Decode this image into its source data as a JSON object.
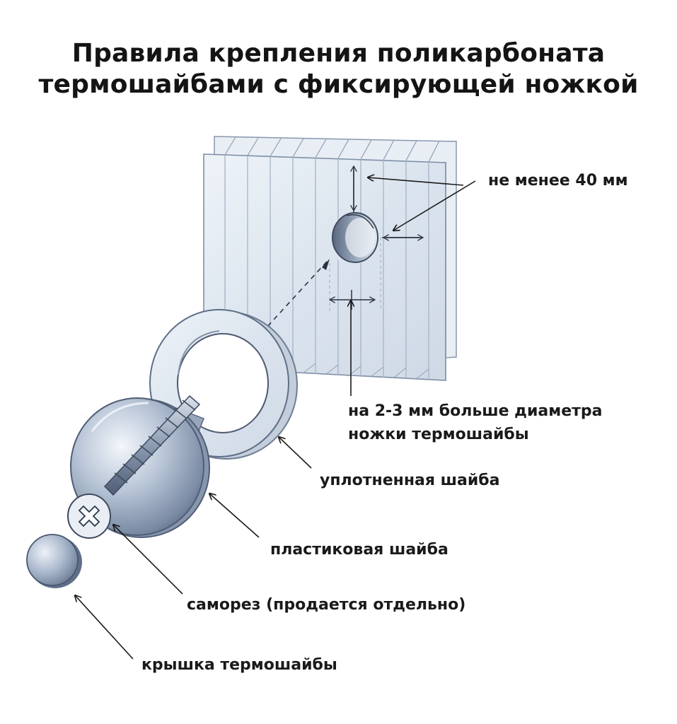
{
  "title": {
    "line1": "Правила крепления поликарбоната",
    "line2": "термошайбами с фиксирующей ножкой"
  },
  "labels": {
    "min_distance": "не менее 40 мм",
    "hole_line1": "на 2-3 мм больше диаметра",
    "hole_line2": "ножки термошайбы",
    "sealing_washer": "уплотненная шайба",
    "plastic_washer": "пластиковая шайба",
    "screw": "саморез (продается отдельно)",
    "cap": "крышка термошайбы"
  },
  "colors": {
    "sheet_fill": "#dfe7f0",
    "sheet_rib": "#a9b7c8",
    "ring_fill": "#f3f5f8",
    "metal_dark": "#6f7f98",
    "metal_light": "#e6ecf3",
    "ink": "#1a1a1a"
  }
}
